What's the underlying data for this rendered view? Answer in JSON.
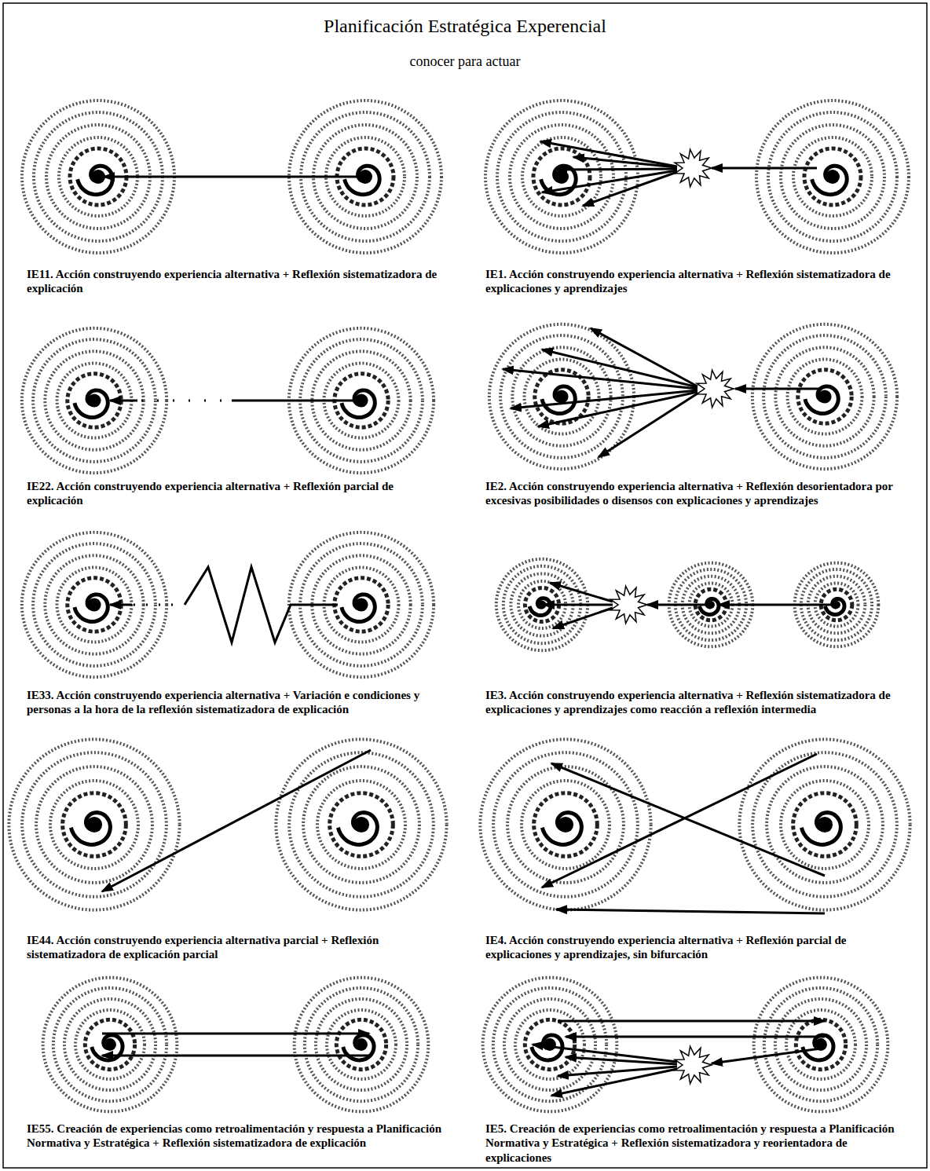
{
  "diagram": {
    "title": "Planificación Estratégica Experencial",
    "labels": [
      "conocer para actuar",
      "IE11. Acción construyendo experiencia alternativa + Reflexión sistematizadora de explicación",
      "IE1. Acción construyendo experiencia alternativa + Reflexión sistematizadora de explicaciones y aprendizajes",
      "IE22. Acción construyendo experiencia alternativa + Reflexión parcial de explicación",
      "IE2. Acción construyendo experiencia alternativa + Reflexión desorientadora por excesivas posibilidades o disensos con explicaciones y aprendizajes",
      "IE33. Acción construyendo experiencia alternativa + Variación e condiciones y personas a la hora de la reflexión sistematizadora de explicación",
      "IE3. Acción construyendo experiencia alternativa + Reflexión sistematizadora de explicaciones y aprendizajes como reacción a reflexión intermedia",
      "IE44. Acción construyendo experiencia alternativa parcial + Reflexión sistematizadora de explicación parcial",
      "IE4. Acción construyendo experiencia alternativa + Reflexión parcial de explicaciones y aprendizajes, sin bifurcación",
      "IE55. Creación de experiencias como retroalimentación y respuesta a Planificación Normativa y Estratégica + Reflexión sistematizadora de explicación",
      "IE5. Creación de experiencias como retroalimentación y respuesta a Planificación Normativa y Estratégica + Reflexión sistematizadora y reorientadora de explicaciones"
    ]
  }
}
